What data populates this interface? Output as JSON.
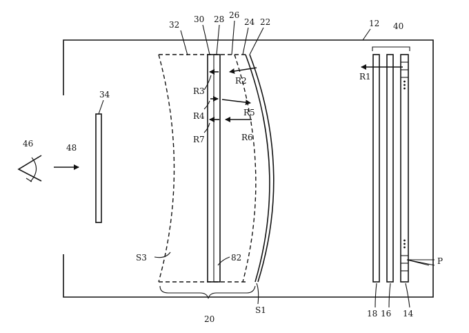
{
  "labels": {
    "l12": "12",
    "l14": "14",
    "l16": "16",
    "l18": "18",
    "l20": "20",
    "l22": "22",
    "l24": "24",
    "l26": "26",
    "l28": "28",
    "l30": "30",
    "l32": "32",
    "l34": "34",
    "l40": "40",
    "l46": "46",
    "l48": "48",
    "l82": "82",
    "r1": "R1",
    "r2": "R2",
    "r3": "R3",
    "r4": "R4",
    "r5": "R5",
    "r6": "R6",
    "r7": "R7",
    "s1": "S1",
    "s3": "S3",
    "p": "P",
    "dots_top": "•\n•\n•",
    "dots_bottom": "•\n•\n•"
  }
}
